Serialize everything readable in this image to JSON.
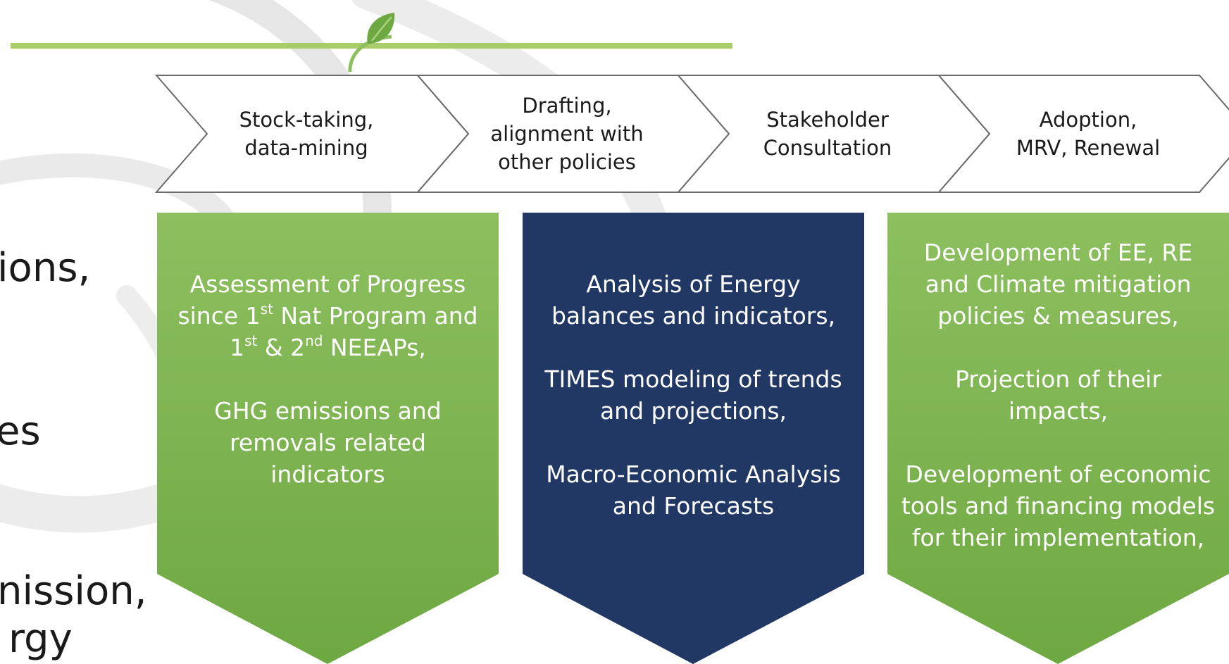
{
  "colors": {
    "green_top": "#8dbf5f",
    "green_bottom": "#6ea842",
    "navy": "#213764",
    "chevron_border": "#666666",
    "title_line": "#a8cc6a",
    "swirl": "#d9d9d9"
  },
  "left_text": {
    "line1": "ions,",
    "line2": "es",
    "line3": "nission,",
    "line4": "rgy"
  },
  "process_steps": [
    {
      "label": "Stock-taking,\ndata-mining"
    },
    {
      "label": "Drafting,\nalignment with\nother policies"
    },
    {
      "label": "Stakeholder\nConsultation"
    },
    {
      "label": "Adoption,\nMRV, Renewal"
    }
  ],
  "boxes": [
    {
      "color": "green",
      "items": [
        {
          "a": "Assessment of Progress\nsince 1",
          "sup1": "st",
          "b": " Nat Program and\n1",
          "sup2": "st",
          "c": " & 2",
          "sup3": "nd",
          "d": " NEEAPs,"
        },
        {
          "text": "GHG emissions and\nremovals related\nindicators"
        }
      ]
    },
    {
      "color": "navy",
      "items": [
        {
          "text": "Analysis of Energy\nbalances and indicators,"
        },
        {
          "text": "TIMES modeling of trends\nand projections,"
        },
        {
          "text": "Macro-Economic Analysis\nand Forecasts"
        }
      ]
    },
    {
      "color": "green",
      "items": [
        {
          "text": "Development of EE, RE\nand Climate mitigation\npolicies & measures,"
        },
        {
          "text": "Projection of their\nimpacts,"
        },
        {
          "text": "Development of economic\ntools and financing models\nfor their implementation,"
        }
      ]
    }
  ]
}
